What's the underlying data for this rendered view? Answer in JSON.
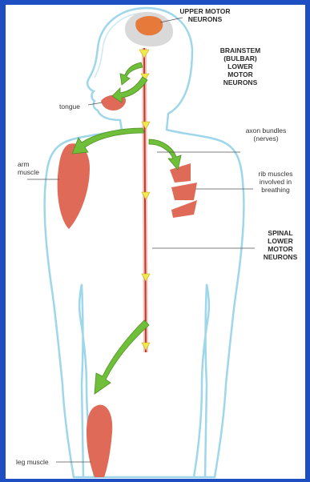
{
  "labels": {
    "upper_motor": "UPPER MOTOR\nNEURONS",
    "brainstem": "BRAINSTEM\n(BULBAR)\nLOWER\nMOTOR\nNEURONS",
    "tongue": "tongue",
    "axon": "axon bundles\n(nerves)",
    "arm": "arm\nmuscle",
    "rib": "rib muscles\ninvolved in\nbreathing",
    "spinal": "SPINAL\nLOWER\nMOTOR\nNEURONS",
    "leg": "leg muscle"
  },
  "colors": {
    "frame": "#1e4fc2",
    "body_outline": "#9ed6ea",
    "muscle": "#e06a58",
    "arrow": "#6fbf3a",
    "spine": "#c0392b",
    "triangle": "#f2e94a",
    "brain": "#d9d9d9"
  }
}
